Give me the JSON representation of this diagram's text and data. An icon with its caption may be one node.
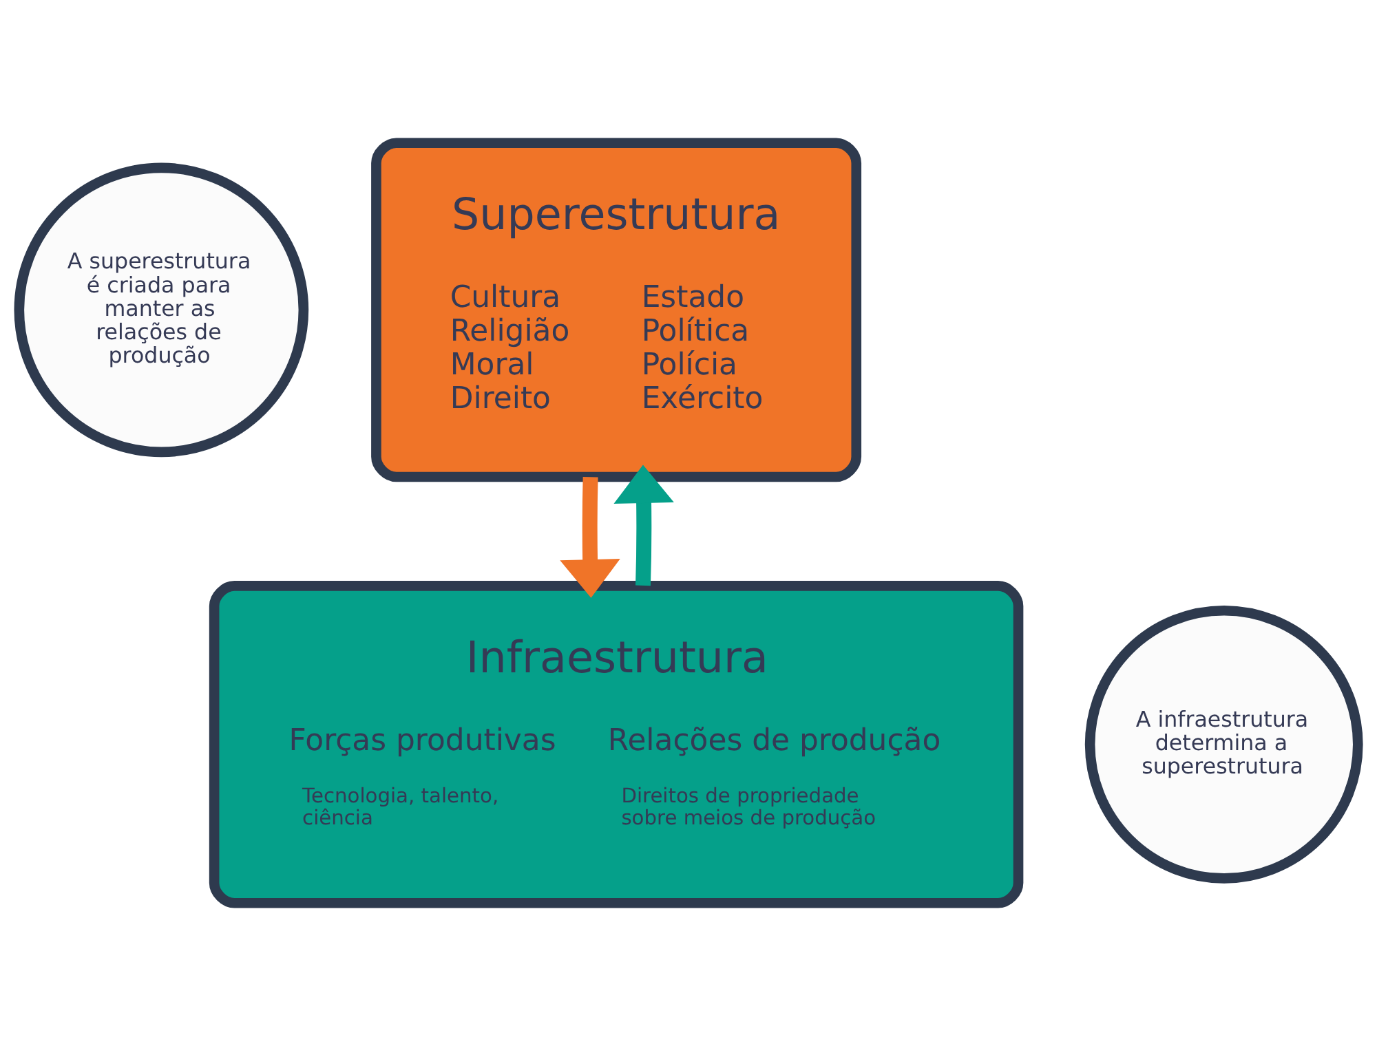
{
  "diagram": {
    "nodes": [
      {
        "text": [
          "Superestrutura",
          "Cultura Religião Moral Direito",
          "Estado Política Polícia Exército"
        ]
      },
      {
        "text": [
          "Infraestrutura",
          "Forças produtivas",
          "Tecnologia, talento, ciência",
          "Relações de produção",
          "Direitos de propriedade sobre meios de produção"
        ]
      },
      {
        "text": [
          "A superestrutura é criada para manter as relações de produção"
        ]
      },
      {
        "text": [
          "A infraestrutura determina a superestrutura"
        ]
      }
    ],
    "edges": [
      {
        "from": 0,
        "to": 1,
        "arrow": "to",
        "color": "#f07428"
      },
      {
        "from": 1,
        "to": 0,
        "arrow": "to",
        "color": "#05a08a"
      }
    ]
  }
}
